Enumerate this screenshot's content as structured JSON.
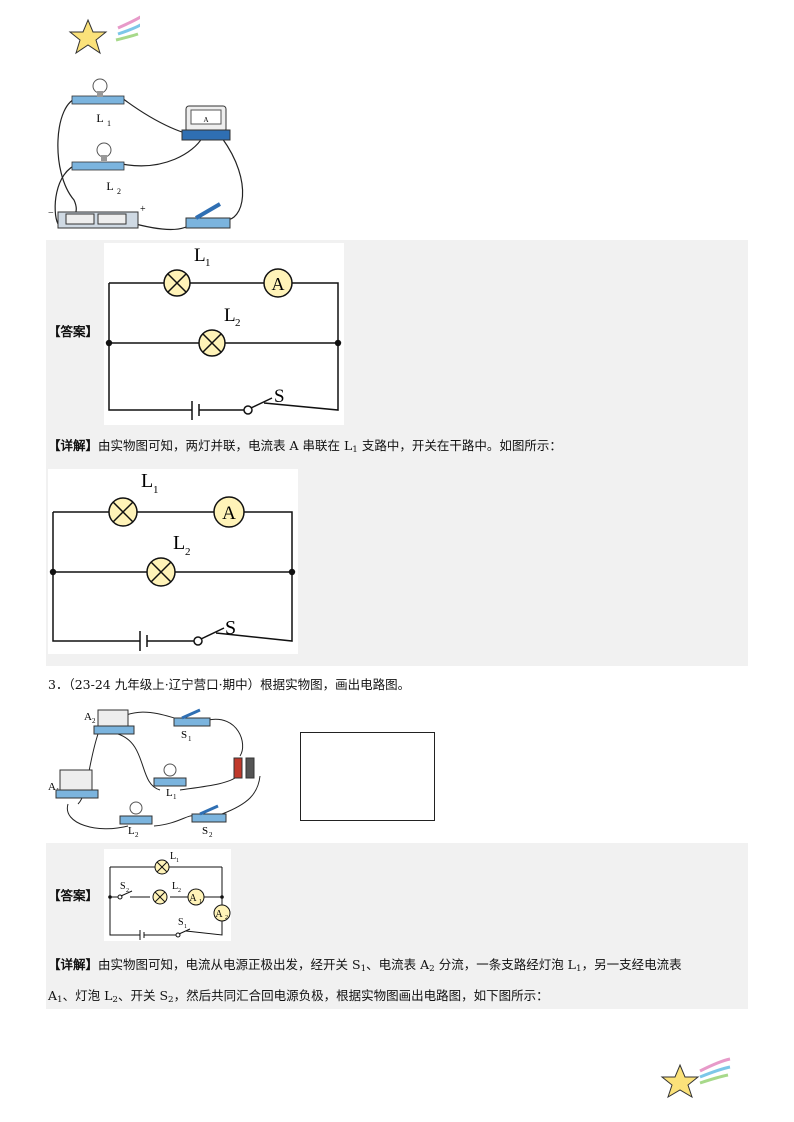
{
  "section2": {
    "answer_label": "【答案】",
    "detail_label": "【详解】",
    "detail_text_a": "由实物图可知，两灯并联，电流表 A 串联在 L",
    "detail_sub": "1",
    "detail_text_b": " 支路中，开关在干路中。如图所示："
  },
  "question3": {
    "text": "3．（23-24 九年级上·辽宁营口·期中）根据实物图，画出电路图。",
    "answer_label": "【答案】",
    "detail_label": "【详解】",
    "detail_line1_parts": [
      "由实物图可知，电流从电源正极出发，经开关 S",
      "1",
      "、电流表 A",
      "2",
      " 分流，一条支路经灯泡 L",
      "1",
      "，另一支经电流表"
    ],
    "detail_line2_parts": [
      "A",
      "1",
      "、灯泡 L",
      "2",
      "、开关 S",
      "2",
      "，然后共同汇合回电源负极，根据实物图画出电路图，如下图所示："
    ]
  },
  "labels": {
    "L": "L",
    "A": "A",
    "S": "S",
    "sub1": "1",
    "sub2": "2",
    "plus": "+",
    "minus": "−"
  },
  "colors": {
    "bulb": "#fff3b8",
    "meter_blue": "#2f6fb3",
    "panel_gray": "#f1f1f1"
  }
}
